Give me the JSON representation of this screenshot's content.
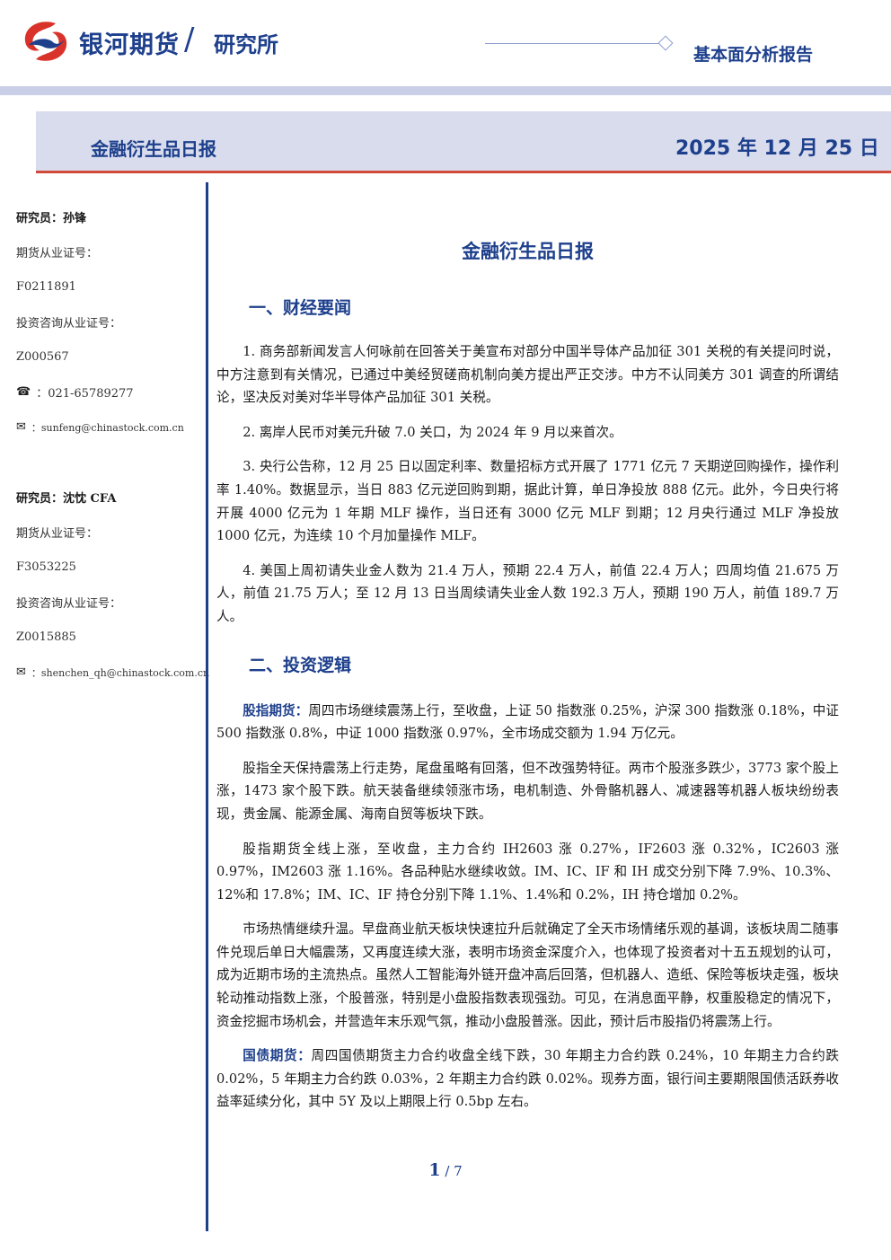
{
  "header": {
    "brand": "银河期货",
    "slash": "/",
    "brand_sub": "研究所",
    "report_type": "基本面分析报告",
    "logo_icon": "galaxy-s-logo",
    "accent_color": "#1d3f8c",
    "logo_red": "#d9322a"
  },
  "title_bar": {
    "title": "金融衍生品日报",
    "date": "2025 年 12 月 25 日"
  },
  "sidebar": {
    "researcher1": {
      "name": "研究员：孙锋",
      "license_label": "期货从业证号：",
      "license": "F0211891",
      "consult_label": "投资咨询从业证号：",
      "consult": "Z000567",
      "phone": "：021-65789277",
      "email": "：sunfeng@chinastock.com.cn"
    },
    "researcher2": {
      "name": "研究员：沈忱 CFA",
      "license_label": "期货从业证号：",
      "license": "F3053225",
      "consult_label": "投资咨询从业证号：",
      "consult": "Z0015885",
      "email": "：shenchen_qh@chinastock.com.cn"
    }
  },
  "main": {
    "doc_title": "金融衍生品日报",
    "section1": {
      "heading": "一、财经要闻",
      "items": [
        "1. 商务部新闻发言人何咏前在回答关于美宣布对部分中国半导体产品加征 301 关税的有关提问时说，中方注意到有关情况，已通过中美经贸磋商机制向美方提出严正交涉。中方不认同美方 301 调查的所谓结论，坚决反对美对华半导体产品加征 301 关税。",
        "2. 离岸人民币对美元升破 7.0 关口，为 2024 年 9 月以来首次。",
        "3. 央行公告称，12 月 25 日以固定利率、数量招标方式开展了 1771 亿元 7 天期逆回购操作，操作利率 1.40%。数据显示，当日 883 亿元逆回购到期，据此计算，单日净投放 888 亿元。此外，今日央行将开展 4000 亿元为 1 年期 MLF 操作，当日还有 3000 亿元 MLF 到期；12 月央行通过 MLF 净投放 1000 亿元，为连续 10 个月加量操作 MLF。",
        "4. 美国上周初请失业金人数为 21.4 万人，预期 22.4 万人，前值 22.4 万人；四周均值 21.675 万人，前值 21.75 万人；至 12 月 13 日当周续请失业金人数 192.3 万人，预期 190 万人，前值 189.7 万人。"
      ]
    },
    "section2": {
      "heading": "二、投资逻辑",
      "stock_lead": "股指期货：",
      "stock_p1": "周四市场继续震荡上行，至收盘，上证 50 指数涨 0.25%，沪深 300 指数涨 0.18%，中证 500 指数涨 0.8%，中证 1000 指数涨 0.97%，全市场成交额为 1.94 万亿元。",
      "stock_p2": "股指全天保持震荡上行走势，尾盘虽略有回落，但不改强势特征。两市个股涨多跌少，3773 家个股上涨，1473 家个股下跌。航天装备继续领涨市场，电机制造、外骨骼机器人、减速器等机器人板块纷纷表现，贵金属、能源金属、海南自贸等板块下跌。",
      "stock_p3": "股指期货全线上涨，至收盘，主力合约 IH2603 涨 0.27%，IF2603 涨 0.32%，IC2603 涨 0.97%，IM2603 涨 1.16%。各品种贴水继续收敛。IM、IC、IF 和 IH 成交分别下降 7.9%、10.3%、12%和 17.8%；IM、IC、IF 持仓分别下降 1.1%、1.4%和 0.2%，IH 持仓增加 0.2%。",
      "stock_p4": "市场热情继续升温。早盘商业航天板块快速拉升后就确定了全天市场情绪乐观的基调，该板块周二随事件兑现后单日大幅震荡，又再度连续大涨，表明市场资金深度介入，也体现了投资者对十五五规划的认可，成为近期市场的主流热点。虽然人工智能海外链开盘冲高后回落，但机器人、造纸、保险等板块走强，板块轮动推动指数上涨，个股普涨，特别是小盘股指数表现强劲。可见，在消息面平静，权重股稳定的情况下，资金挖掘市场机会，并营造年末乐观气氛，推动小盘股普涨。因此，预计后市股指仍将震荡上行。",
      "bond_lead": "国债期货：",
      "bond_p1": "周四国债期货主力合约收盘全线下跌，30 年期主力合约跌 0.24%，10 年期主力合约跌 0.02%，5 年期主力合约跌 0.03%，2 年期主力合约跌 0.02%。现券方面，银行间主要期限国债活跃券收益率延续分化，其中 5Y 及以上期限上行 0.5bp 左右。"
    }
  },
  "footer": {
    "page": "1",
    "sep": " / ",
    "total": "7"
  }
}
